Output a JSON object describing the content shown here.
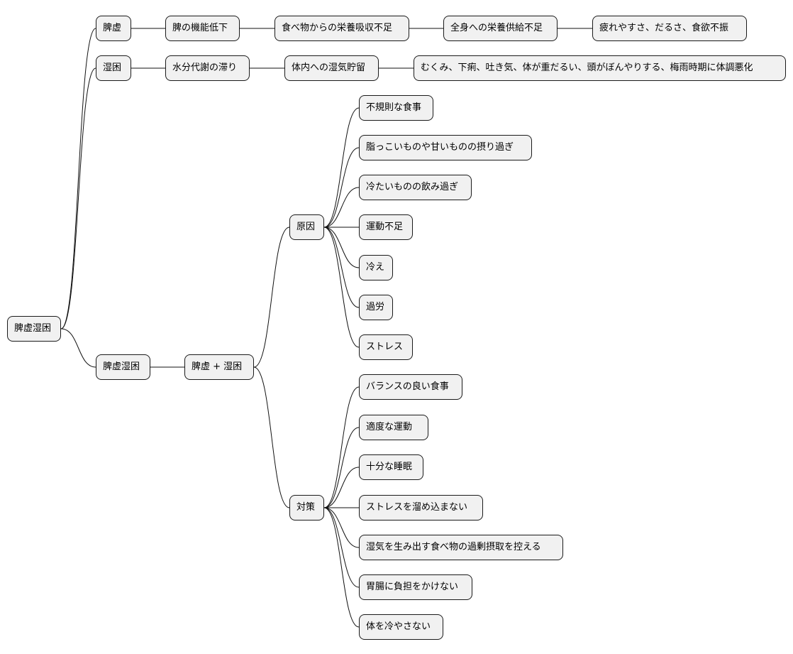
{
  "mindmap": {
    "root": "脾虚湿困",
    "branches": {
      "hikyo": {
        "label": "脾虚",
        "chain": [
          "脾の機能低下",
          "食べ物からの栄養吸収不足",
          "全身への栄養供給不足",
          "疲れやすさ、だるさ、食欲不振"
        ]
      },
      "shikkon": {
        "label": "湿困",
        "chain": [
          "水分代謝の滞り",
          "体内への湿気貯留",
          "むくみ、下痢、吐き気、体が重だるい、頭がぼんやりする、梅雨時期に体調悪化"
        ]
      },
      "combined": {
        "label": "脾虚湿困",
        "sub": "脾虚 + 湿困",
        "causes": {
          "label": "原因",
          "items": [
            "不規則な食事",
            "脂っこいものや甘いものの摂り過ぎ",
            "冷たいものの飲み過ぎ",
            "運動不足",
            "冷え",
            "過労",
            "ストレス"
          ]
        },
        "measures": {
          "label": "対策",
          "items": [
            "バランスの良い食事",
            "適度な運動",
            "十分な睡眠",
            "ストレスを溜め込まない",
            "湿気を生み出す食べ物の過剰摂取を控える",
            "胃腸に負担をかけない",
            "体を冷やさない"
          ]
        }
      }
    }
  }
}
